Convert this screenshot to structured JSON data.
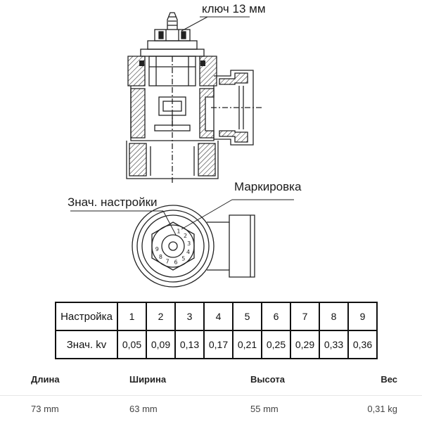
{
  "callouts": {
    "key": "ключ 13 мм",
    "setting_value": "Знач. настройки",
    "marking": "Маркировка"
  },
  "dial_digits": [
    "1",
    "2",
    "3",
    "4",
    "5",
    "6",
    "7",
    "8",
    "9"
  ],
  "settings_table": {
    "row1_header": "Настройка",
    "row2_header": "Знач. kv",
    "settings": [
      "1",
      "2",
      "3",
      "4",
      "5",
      "6",
      "7",
      "8",
      "9"
    ],
    "kv_values": [
      "0,05",
      "0,09",
      "0,13",
      "0,17",
      "0,21",
      "0,25",
      "0,29",
      "0,33",
      "0,36"
    ]
  },
  "specs": {
    "headers": [
      "Длина",
      "Ширина",
      "Высота",
      "Вес"
    ],
    "values": [
      "73 mm",
      "63 mm",
      "55 mm",
      "0,31 kg"
    ]
  }
}
